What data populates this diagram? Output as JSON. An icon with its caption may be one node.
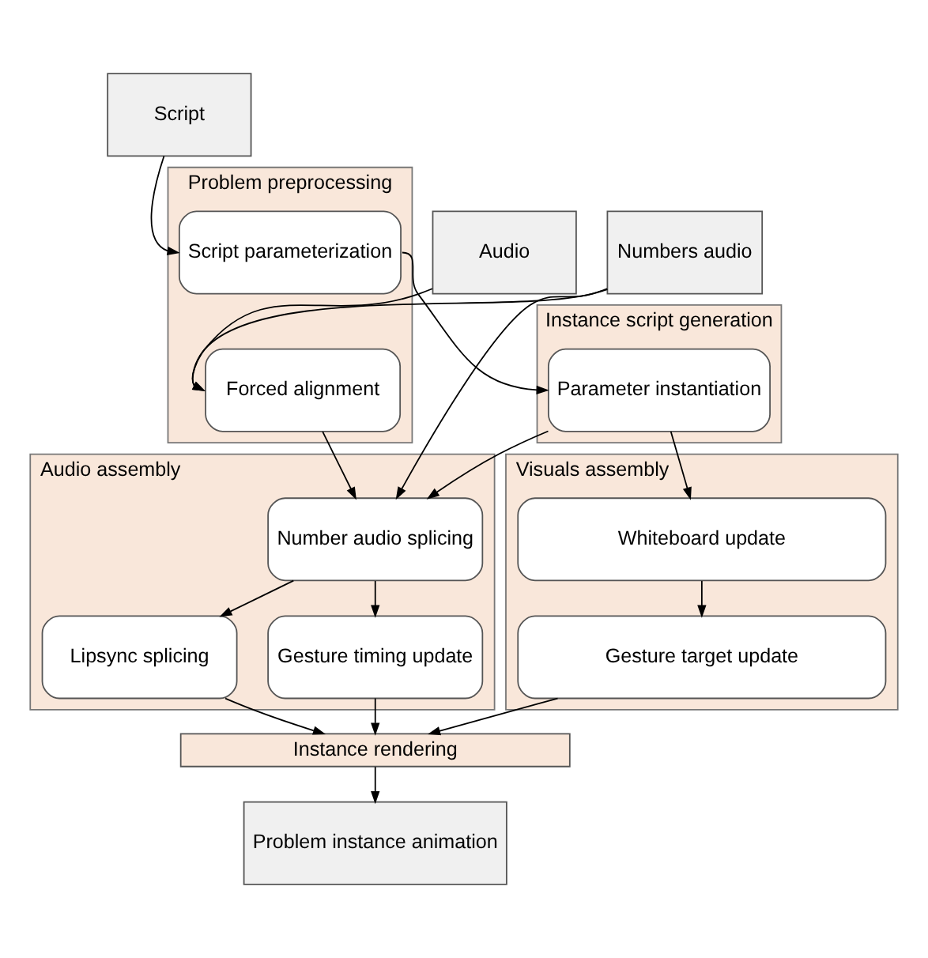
{
  "diagram": {
    "nodes": [
      {
        "text": [
          "Script"
        ]
      },
      {
        "text": [
          "Audio"
        ]
      },
      {
        "text": [
          "Numbers audio"
        ]
      },
      {
        "text": [
          "Problem preprocessing"
        ]
      },
      {
        "text": [
          "Script parameterization"
        ],
        "in": 3
      },
      {
        "text": [
          "Forced alignment"
        ],
        "in": 3
      },
      {
        "text": [
          "Instance script generation"
        ]
      },
      {
        "text": [
          "Parameter instantiation"
        ],
        "in": 6
      },
      {
        "text": [
          "Audio assembly"
        ]
      },
      {
        "text": [
          "Number audio splicing"
        ],
        "in": 8
      },
      {
        "text": [
          "Lipsync splicing"
        ],
        "in": 8
      },
      {
        "text": [
          "Gesture timing update"
        ],
        "in": 8
      },
      {
        "text": [
          "Visuals assembly"
        ]
      },
      {
        "text": [
          "Whiteboard update"
        ],
        "in": 12
      },
      {
        "text": [
          "Gesture target update"
        ],
        "in": 12
      },
      {
        "text": [
          "Instance rendering"
        ]
      },
      {
        "text": [
          "Problem instance animation"
        ]
      }
    ],
    "edges": [
      {
        "from": 0,
        "to": 4,
        "arrow": "to"
      },
      {
        "from": 1,
        "to": 5,
        "arrow": "to"
      },
      {
        "from": 2,
        "to": 5,
        "arrow": "to"
      },
      {
        "from": 4,
        "to": 7,
        "arrow": "to"
      },
      {
        "from": 2,
        "to": 9,
        "arrow": "to"
      },
      {
        "from": 5,
        "to": 9,
        "arrow": "to"
      },
      {
        "from": 7,
        "to": 9,
        "arrow": "to"
      },
      {
        "from": 7,
        "to": 13,
        "arrow": "to"
      },
      {
        "from": 9,
        "to": 10,
        "arrow": "to"
      },
      {
        "from": 9,
        "to": 11,
        "arrow": "to"
      },
      {
        "from": 13,
        "to": 14,
        "arrow": "to"
      },
      {
        "from": 10,
        "to": 15,
        "arrow": "to"
      },
      {
        "from": 11,
        "to": 15,
        "arrow": "to"
      },
      {
        "from": 14,
        "to": 15,
        "arrow": "to"
      },
      {
        "from": 15,
        "to": 16,
        "arrow": "to"
      }
    ]
  }
}
